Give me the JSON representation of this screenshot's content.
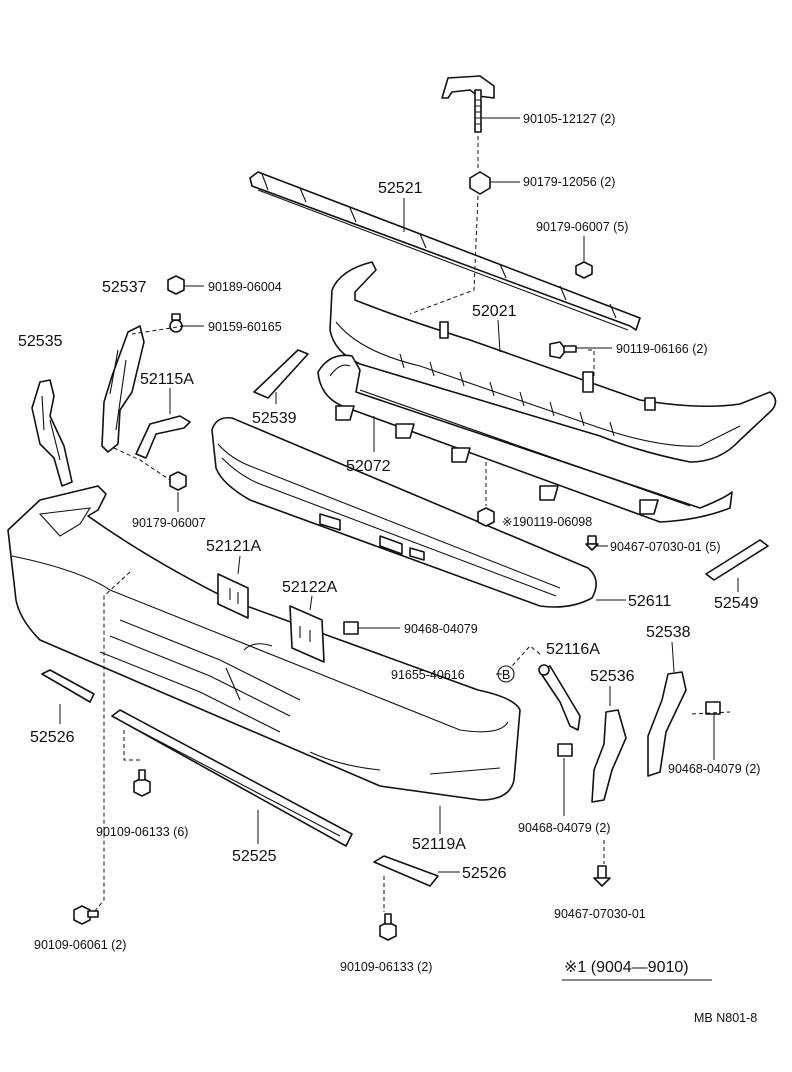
{
  "labels": {
    "p90105": "90105-12127 (2)",
    "p90179a": "90179-12056 (2)",
    "p52521": "52521",
    "p90179b": "90179-06007 (5)",
    "p52537": "52537",
    "p90189": "90189-06004",
    "p90159": "90159-60165",
    "p52021": "52021",
    "p52535": "52535",
    "p90119a": "90119-06166 (2)",
    "p52115": "52115A",
    "p52539": "52539",
    "p52072": "52072",
    "p90179c": "90179-06007",
    "p90119b": "※190119-06098",
    "p90467a": "90467-07030-01 (5)",
    "p52121": "52121A",
    "p52122": "52122A",
    "p52611": "52611",
    "p52549": "52549",
    "p90468a": "90468-04079",
    "p52538": "52538",
    "p52116": "52116A",
    "p91655": "91655-40616",
    "circleB": "B",
    "p52536": "52536",
    "p52526a": "52526",
    "p90468b": "90468-04079 (2)",
    "p90109a": "90109-06133 (6)",
    "p52525": "52525",
    "p52119": "52119A",
    "p90468c": "90468-04079 (2)",
    "p52526b": "52526",
    "p90467b": "90467-07030-01",
    "p90109b": "90109-06061 (2)",
    "p90109c": "90109-06133 (2)",
    "note": "※1 (9004—9010)",
    "ref": "MB   N801-8"
  }
}
